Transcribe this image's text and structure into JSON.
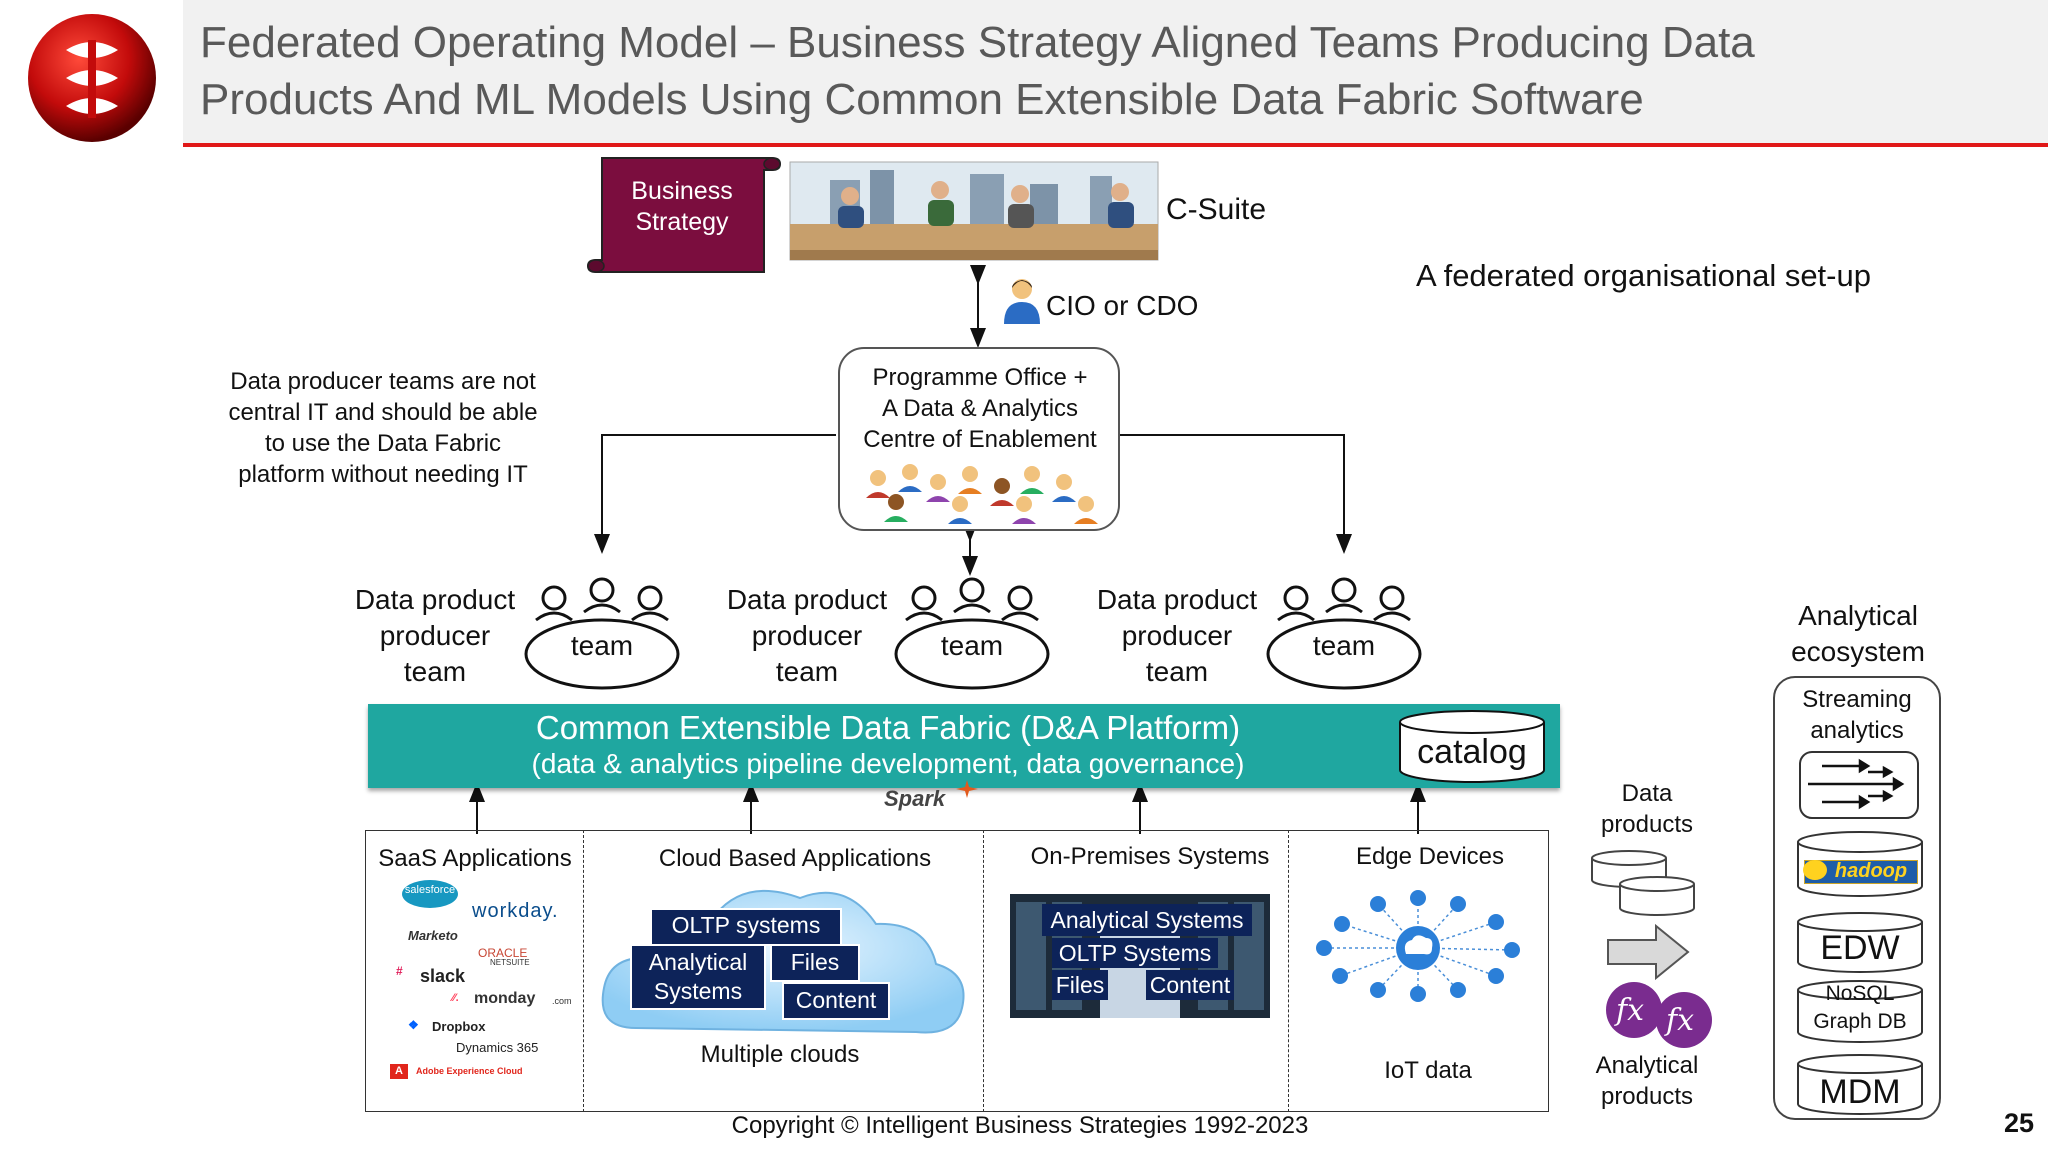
{
  "header": {
    "title_line1": "Federated Operating Model – Business Strategy Aligned Teams Producing Data",
    "title_line2": "Products And ML Models Using Common Extensible Data Fabric Software"
  },
  "business_strategy": {
    "line1": "Business",
    "line2": "Strategy"
  },
  "c_suite": "C-Suite",
  "cio_label": "CIO or CDO",
  "federated_label": "A federated organisational set-up",
  "note": {
    "line1": "Data producer teams are not",
    "line2": "central IT and should be able",
    "line3": "to use the Data Fabric",
    "line4": "platform without needing IT"
  },
  "programme_office": {
    "line1": "Programme Office +",
    "line2": "A Data & Analytics",
    "line3": "Centre of Enablement"
  },
  "teams": [
    {
      "line1": "Data product",
      "line2": "producer",
      "line3": "team",
      "icon_label": "team"
    },
    {
      "line1": "Data product",
      "line2": "producer",
      "line3": "team",
      "icon_label": "team"
    },
    {
      "line1": "Data product",
      "line2": "producer",
      "line3": "team",
      "icon_label": "team"
    }
  ],
  "platform": {
    "title": "Common Extensible Data Fabric (D&A Platform)",
    "subtitle": "(data & analytics pipeline development, data governance)",
    "catalog": "catalog",
    "spark": "Spark"
  },
  "sources": {
    "saas": {
      "title": "SaaS Applications",
      "logos": [
        "salesforce",
        "workday.",
        "Marketo",
        "ORACLE",
        "NETSUITE",
        "slack",
        "monday",
        ".com",
        "Dropbox",
        "Dynamics 365",
        "Adobe Experience Cloud"
      ]
    },
    "cloud": {
      "title": "Cloud Based Applications",
      "oltp": "OLTP systems",
      "analytical_line1": "Analytical",
      "analytical_line2": "Systems",
      "files": "Files",
      "content": "Content",
      "caption": "Multiple clouds"
    },
    "onprem": {
      "title": "On-Premises Systems",
      "analytical": "Analytical Systems",
      "oltp": "OLTP Systems",
      "files": "Files",
      "content": "Content"
    },
    "edge": {
      "title": "Edge Devices",
      "caption": "IoT data"
    }
  },
  "data_products": {
    "line1": "Data",
    "line2": "products"
  },
  "analytical_products": {
    "line1": "Analytical",
    "line2": "products",
    "fx": "fx"
  },
  "ecosystem": {
    "title_line1": "Analytical",
    "title_line2": "ecosystem",
    "streaming_line1": "Streaming",
    "streaming_line2": "analytics",
    "hadoop": "hadoop",
    "edw": "EDW",
    "nosql": "NoSQL",
    "graph": "Graph DB",
    "mdm": "MDM"
  },
  "copyright": "Copyright © Intelligent Business Strategies 1992-2023",
  "page_number": "25",
  "colors": {
    "accent_red": "#e01818",
    "scroll": "#7b0d3e",
    "platform_teal": "#1fa7a0",
    "navy": "#0d2359",
    "fx_purple": "#7a2c8f"
  }
}
